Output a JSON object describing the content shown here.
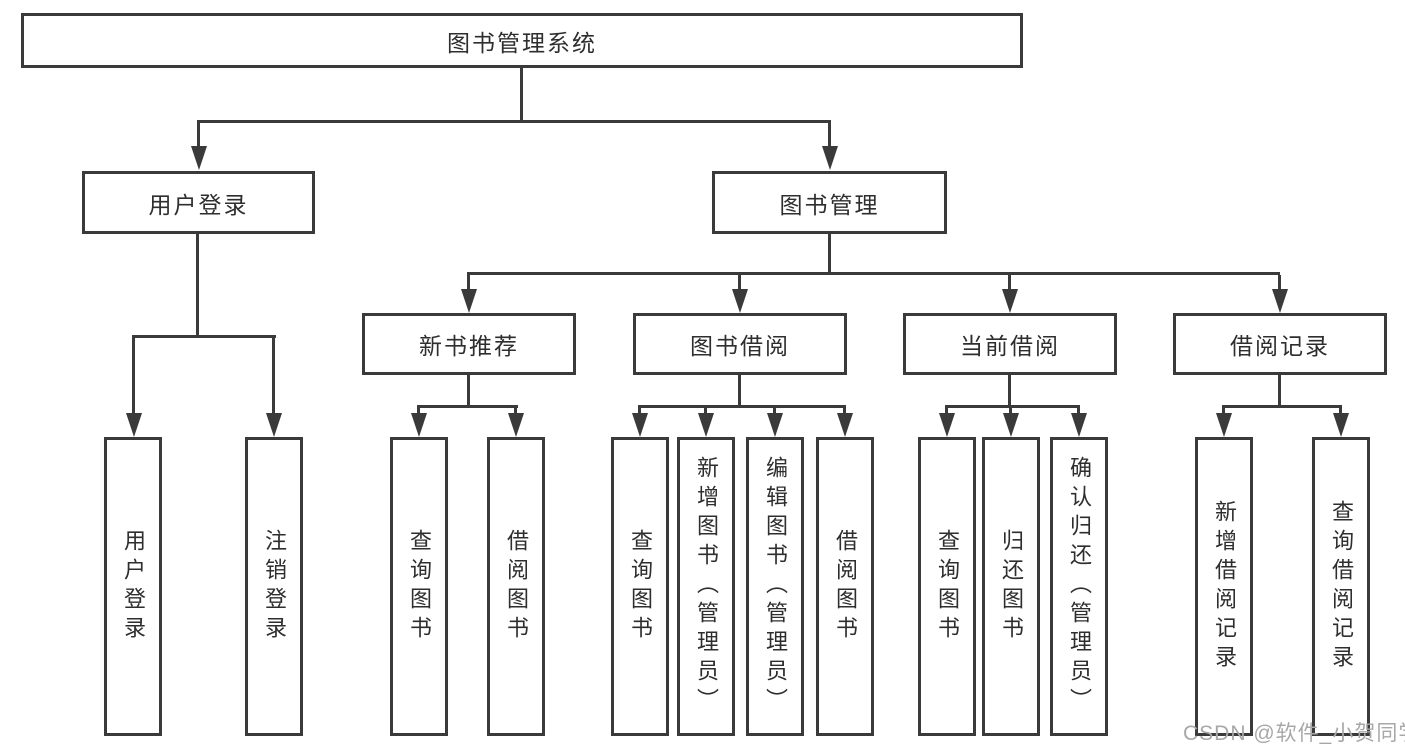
{
  "diagram": {
    "type": "tree",
    "root_label": "图书管理系统",
    "branches": [
      {
        "label": "用户登录",
        "children": [
          {
            "label": "用户登录"
          },
          {
            "label": "注销登录"
          }
        ]
      },
      {
        "label": "图书管理",
        "children": [
          {
            "label": "新书推荐",
            "children": [
              {
                "label": "查询图书"
              },
              {
                "label": "借阅图书"
              }
            ]
          },
          {
            "label": "图书借阅",
            "children": [
              {
                "label": "查询图书"
              },
              {
                "label": "新增图书（管理员）"
              },
              {
                "label": "编辑图书（管理员）"
              },
              {
                "label": "借阅图书"
              }
            ]
          },
          {
            "label": "当前借阅",
            "children": [
              {
                "label": "查询图书"
              },
              {
                "label": "归还图书"
              },
              {
                "label": "确认归还（管理员）"
              }
            ]
          },
          {
            "label": "借阅记录",
            "children": [
              {
                "label": "新增借阅记录"
              },
              {
                "label": "查询借阅记录"
              }
            ]
          }
        ]
      }
    ]
  },
  "watermark": {
    "text": "CSDN @软件_小贺同学"
  },
  "colors": {
    "line": "#3a3a3a",
    "text": "#2e2e2e",
    "background": "#ffffff",
    "watermark": "#a8a8a8"
  }
}
